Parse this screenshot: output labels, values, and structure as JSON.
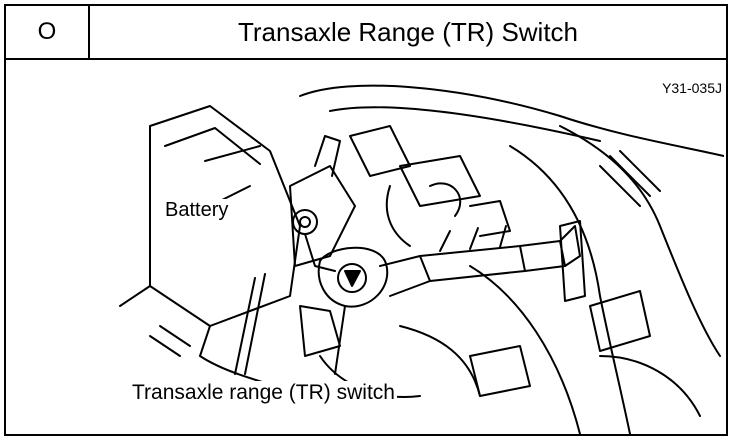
{
  "header": {
    "code": "O",
    "title": "Transaxle Range (TR) Switch"
  },
  "figure": {
    "code": "Y31-035J",
    "labels": {
      "battery": "Battery",
      "switch": "Transaxle range (TR) switch"
    }
  }
}
